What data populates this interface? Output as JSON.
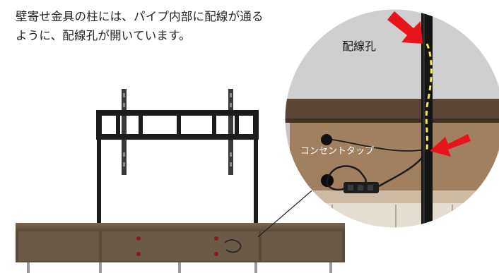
{
  "caption": {
    "line1": "壁寄せ金具の柱には、パイプ内部に配線が通る",
    "line2": "ように、配線孔が開いています。"
  },
  "callouts": {
    "wiring_hole": "配線孔",
    "power_strip": "コンセントタップ"
  },
  "colors": {
    "arrow": "#e8141c",
    "cable_highlight": "#f4e84a",
    "cabinet": "#6b5a48",
    "frame": "#1c1c1c",
    "zoom_background": "#c9c9c9"
  }
}
